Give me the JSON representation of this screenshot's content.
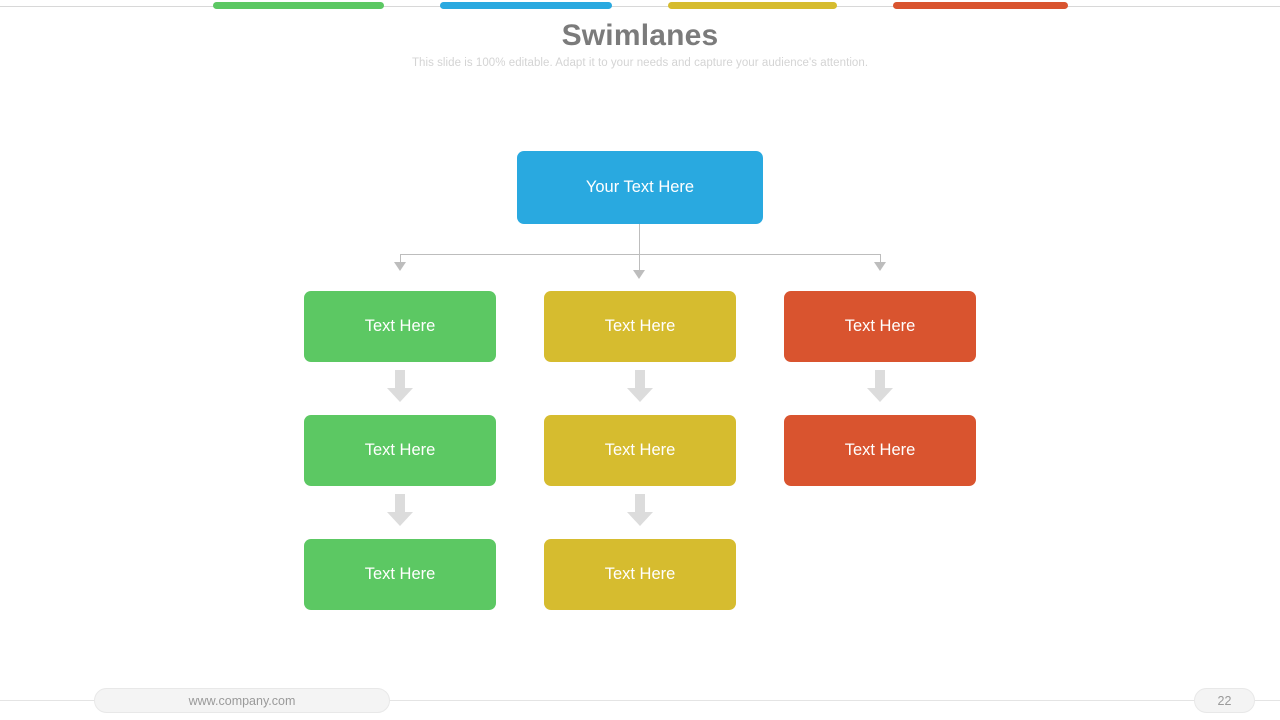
{
  "slide": {
    "title": "Swimlanes",
    "subtitle": "This slide is 100% editable. Adapt it to your needs and capture your audience's attention."
  },
  "theme": {
    "green": "#5cc863",
    "blue": "#29a9e0",
    "yellow": "#d6bc2f",
    "red": "#d9542f",
    "arrow_gray": "#dcdcdc",
    "line_gray": "#bdbdbd",
    "title_gray": "#7b7b7b",
    "subtitle_gray": "#d4d4d4"
  },
  "top_bar": {
    "segments": [
      {
        "name": "segment-green",
        "color": "#5cc863"
      },
      {
        "name": "segment-blue",
        "color": "#29a9e0"
      },
      {
        "name": "segment-yellow",
        "color": "#d6bc2f"
      },
      {
        "name": "segment-red",
        "color": "#d9542f"
      }
    ]
  },
  "diagram": {
    "root": {
      "label": "Your Text Here",
      "color": "#29a9e0"
    },
    "columns": [
      {
        "name": "lane-green",
        "color": "#5cc863",
        "nodes": [
          {
            "label": "Text Here"
          },
          {
            "label": "Text Here"
          },
          {
            "label": "Text Here"
          }
        ]
      },
      {
        "name": "lane-yellow",
        "color": "#d6bc2f",
        "nodes": [
          {
            "label": "Text Here"
          },
          {
            "label": "Text Here"
          },
          {
            "label": "Text Here"
          }
        ]
      },
      {
        "name": "lane-red",
        "color": "#d9542f",
        "nodes": [
          {
            "label": "Text Here"
          },
          {
            "label": "Text Here"
          }
        ]
      }
    ]
  },
  "footer": {
    "website": "www.company.com",
    "page_number": "22"
  }
}
